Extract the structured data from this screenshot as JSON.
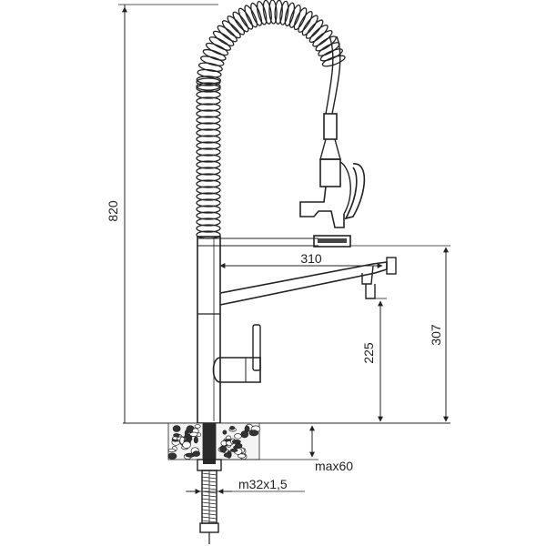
{
  "dimensions": {
    "height_total": "820",
    "spout_reach": "310",
    "spout_height": "307",
    "lever_height": "225",
    "deck_thickness": "max60",
    "thread": "m32x1,5"
  }
}
